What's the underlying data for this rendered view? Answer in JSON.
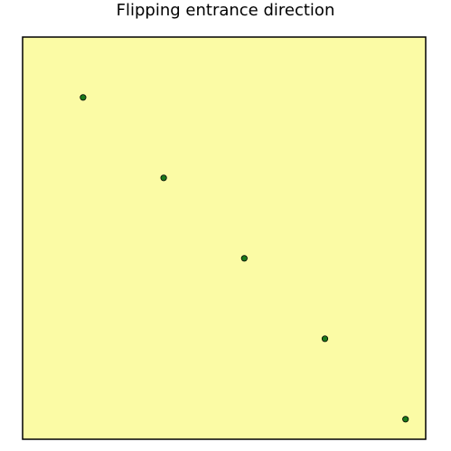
{
  "chart_data": {
    "type": "scatter",
    "title": "Flipping entrance direction",
    "xlabel": "",
    "ylabel": "",
    "xlim": [
      0,
      5
    ],
    "ylim": [
      0,
      5
    ],
    "grid": false,
    "x": [
      0.75,
      1.75,
      2.75,
      3.75,
      4.75
    ],
    "y": [
      4.25,
      3.25,
      2.25,
      1.25,
      0.25
    ]
  },
  "colors": {
    "plot_background": "#fbfba5",
    "point_fill": "#1a7a1a",
    "point_stroke": "#000000",
    "frame": "#000000"
  }
}
